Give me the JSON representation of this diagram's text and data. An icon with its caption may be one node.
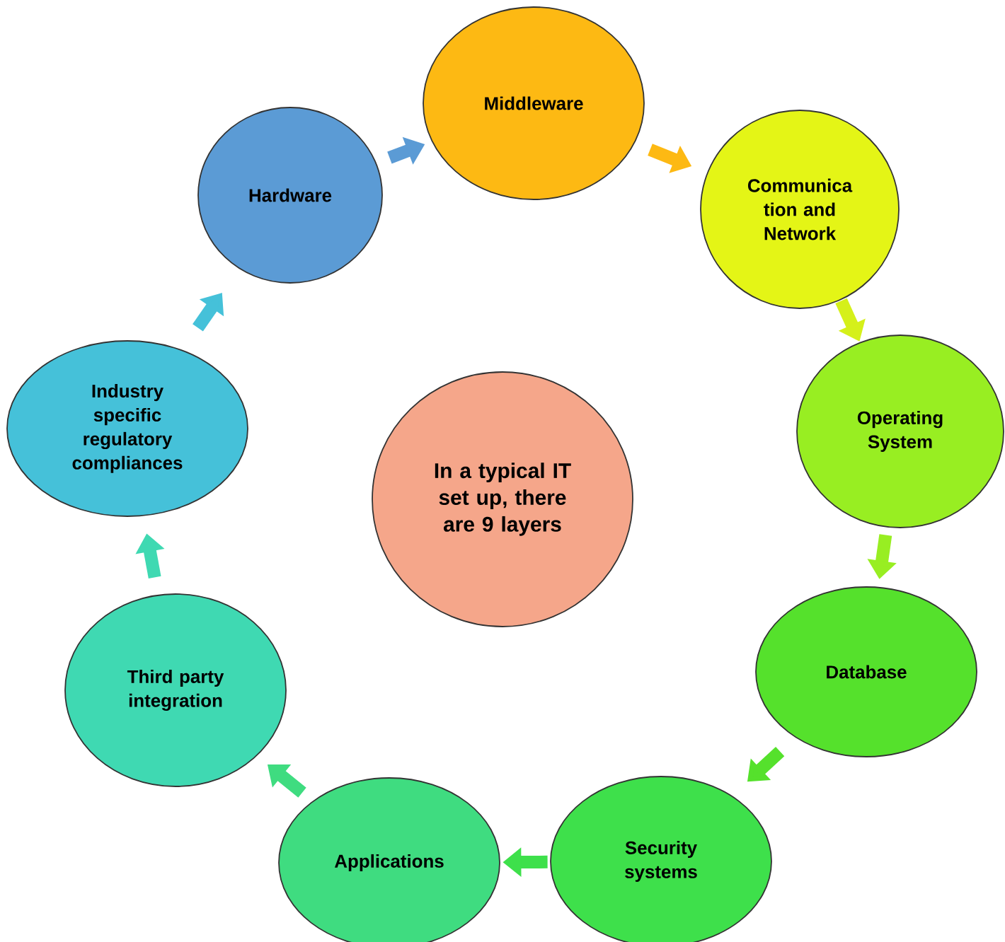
{
  "diagram": {
    "nodes": [
      {
        "text": [
          "Hardware"
        ]
      },
      {
        "text": [
          "Middleware"
        ]
      },
      {
        "text": [
          "Communica tion and Network"
        ]
      },
      {
        "text": [
          "Operating System"
        ]
      },
      {
        "text": [
          "Database"
        ]
      },
      {
        "text": [
          "Security systems"
        ]
      },
      {
        "text": [
          "Applications"
        ]
      },
      {
        "text": [
          "Third party integration"
        ]
      },
      {
        "text": [
          "Industry specific regulatory compliances"
        ]
      },
      {
        "text": [
          "In a typical IT set up, there are 9 layers"
        ]
      }
    ],
    "edges": [
      {
        "from": 0,
        "to": 1,
        "arrow": "to",
        "color": "#5b9bd5"
      },
      {
        "from": 1,
        "to": 2,
        "arrow": "to",
        "color": "#fdb913"
      },
      {
        "from": 2,
        "to": 3,
        "arrow": "to",
        "color": "#d5f01a"
      },
      {
        "from": 3,
        "to": 4,
        "arrow": "to",
        "color": "#98ee22"
      },
      {
        "from": 4,
        "to": 5,
        "arrow": "to",
        "color": "#55e12c"
      },
      {
        "from": 5,
        "to": 6,
        "arrow": "to",
        "color": "#3ee04b"
      },
      {
        "from": 6,
        "to": 7,
        "arrow": "to",
        "color": "#3fdc80"
      },
      {
        "from": 7,
        "to": 8,
        "arrow": "to",
        "color": "#3fd9b2"
      },
      {
        "from": 8,
        "to": 0,
        "arrow": "to",
        "color": "#45c1d9"
      }
    ]
  }
}
